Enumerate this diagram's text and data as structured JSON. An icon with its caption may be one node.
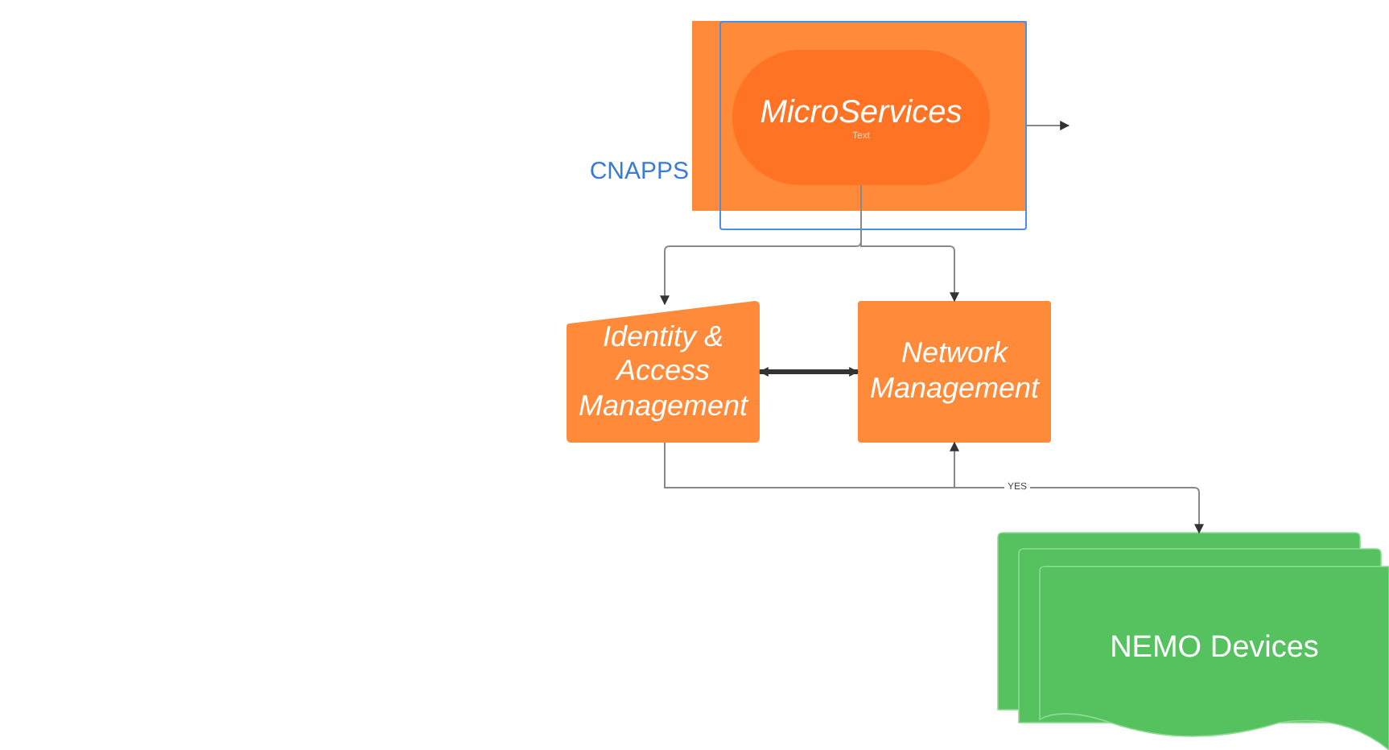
{
  "diagram": {
    "nodes": [
      {
        "text": [
          "CNAPPS"
        ]
      },
      {
        "text": [
          "MicroServices",
          "Text"
        ],
        "in": 0
      },
      {
        "text": [
          "Identity & Access Management"
        ]
      },
      {
        "text": [
          "Network Management"
        ]
      },
      {
        "text": [
          "NEMO Devices"
        ]
      }
    ],
    "edges": [
      {
        "from": 1,
        "to": 2,
        "arrow": "to"
      },
      {
        "from": 1,
        "to": 3,
        "arrow": "to"
      },
      {
        "from": 0,
        "to": null,
        "arrow": "to"
      },
      {
        "from": 2,
        "to": 3,
        "arrow": "both",
        "style": "thick"
      },
      {
        "from": 2,
        "to": 3,
        "arrow": "to"
      },
      {
        "from": 2,
        "to": 4,
        "arrow": "to",
        "label": "YES"
      }
    ]
  }
}
